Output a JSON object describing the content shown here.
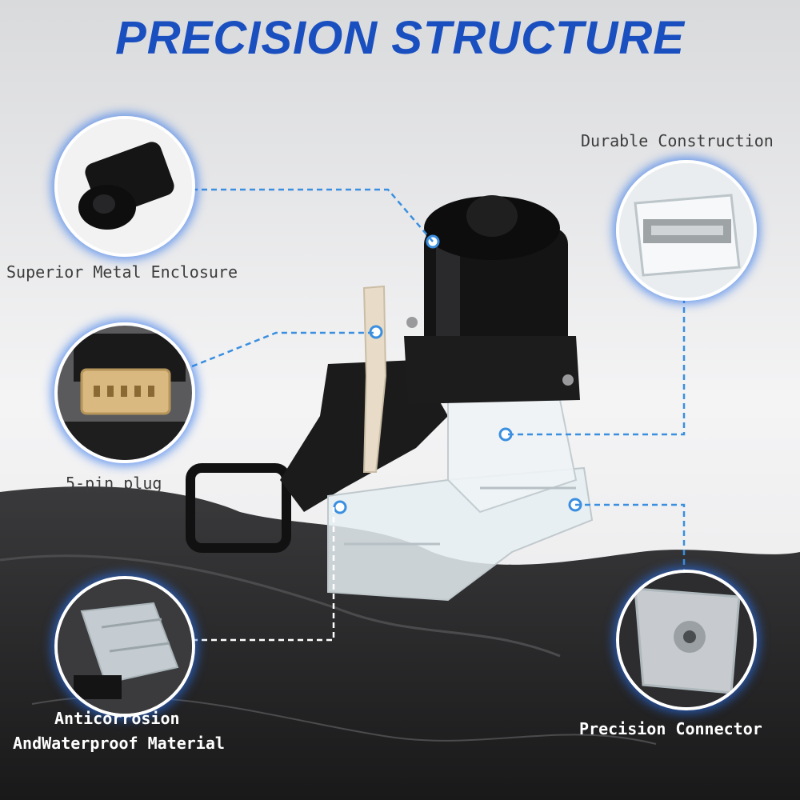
{
  "title": "PRECISION STRUCTURE",
  "callouts": {
    "durable": "Durable Construction",
    "metal": "Superior Metal Enclosure",
    "plug": "5-pin plug",
    "anticorrosion_line1": "Anticorrosion",
    "anticorrosion_line2": "AndWaterproof Material",
    "connector": "Precision Connector"
  },
  "colors": {
    "title_blue": "#1a4fc0",
    "callout_line": "#3a8fe0",
    "glow": "#286eeb"
  }
}
